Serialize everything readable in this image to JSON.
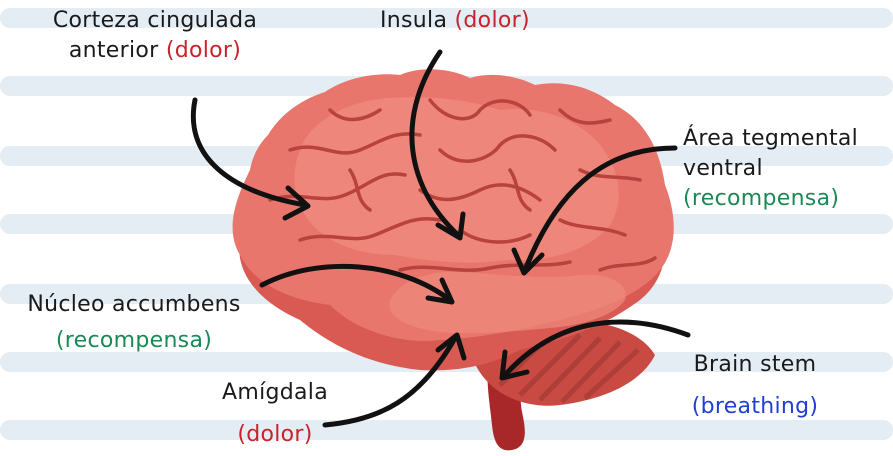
{
  "labels": {
    "corteza": {
      "name_line1": "Corteza cingulada",
      "name_line2": "anterior",
      "role": "(dolor)",
      "role_color": "#c8232c"
    },
    "insula": {
      "name": "Insula",
      "role": "(dolor)",
      "role_color": "#c8232c"
    },
    "area_tegmental": {
      "name_line1": "Área tegmental",
      "name_line2": "ventral",
      "role": "(recompensa)",
      "role_color": "#1a8a55"
    },
    "nucleo": {
      "name": "Núcleo accumbens",
      "role": "(recompensa)",
      "role_color": "#1a8a55"
    },
    "amigdala": {
      "name": "Amígdala",
      "role": "(dolor)",
      "role_color": "#c8232c"
    },
    "brain_stem": {
      "name": "Brain stem",
      "role": "(breathing)",
      "role_color": "#1f3fd6"
    }
  },
  "colors": {
    "background_stripes": "#e4ecf4",
    "brain_main": "#e8766c",
    "brain_light": "#f08a7e",
    "brain_dark": "#c94a45",
    "sulci": "#b8423e",
    "stem": "#a8282a",
    "arrow": "#111111"
  }
}
